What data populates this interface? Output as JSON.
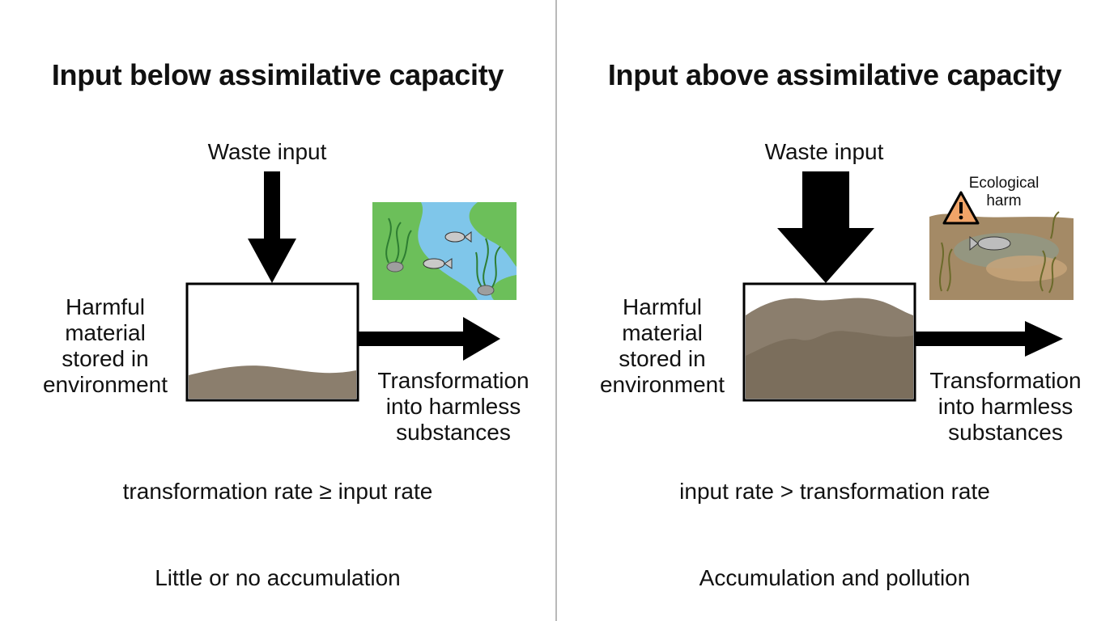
{
  "left": {
    "title": "Input below assimilative capacity",
    "waste_input": "Waste input",
    "stored": "Harmful\nmaterial\nstored in\nenvironment",
    "transformation": "Transformation\ninto harmless\nsubstances",
    "equation": "transformation rate ≥ input rate",
    "outcome": "Little or no accumulation"
  },
  "right": {
    "title": "Input above assimilative capacity",
    "waste_input": "Waste input",
    "stored": "Harmful\nmaterial\nstored in\nenvironment",
    "transformation": "Transformation\ninto harmless\nsubstances",
    "harm_label": "Ecological\nharm",
    "equation": "input rate > transformation rate",
    "outcome": "Accumulation and pollution"
  },
  "colors": {
    "sediment": "#8b7e6d",
    "sediment_dark": "#7b6e5c",
    "water_clean": "#7fc6ea",
    "grass": "#6cbf5a",
    "murky": "#a48a66",
    "warning": "#f0a468"
  },
  "icons": [
    "clean-river-icon",
    "polluted-water-icon",
    "warning-icon"
  ]
}
